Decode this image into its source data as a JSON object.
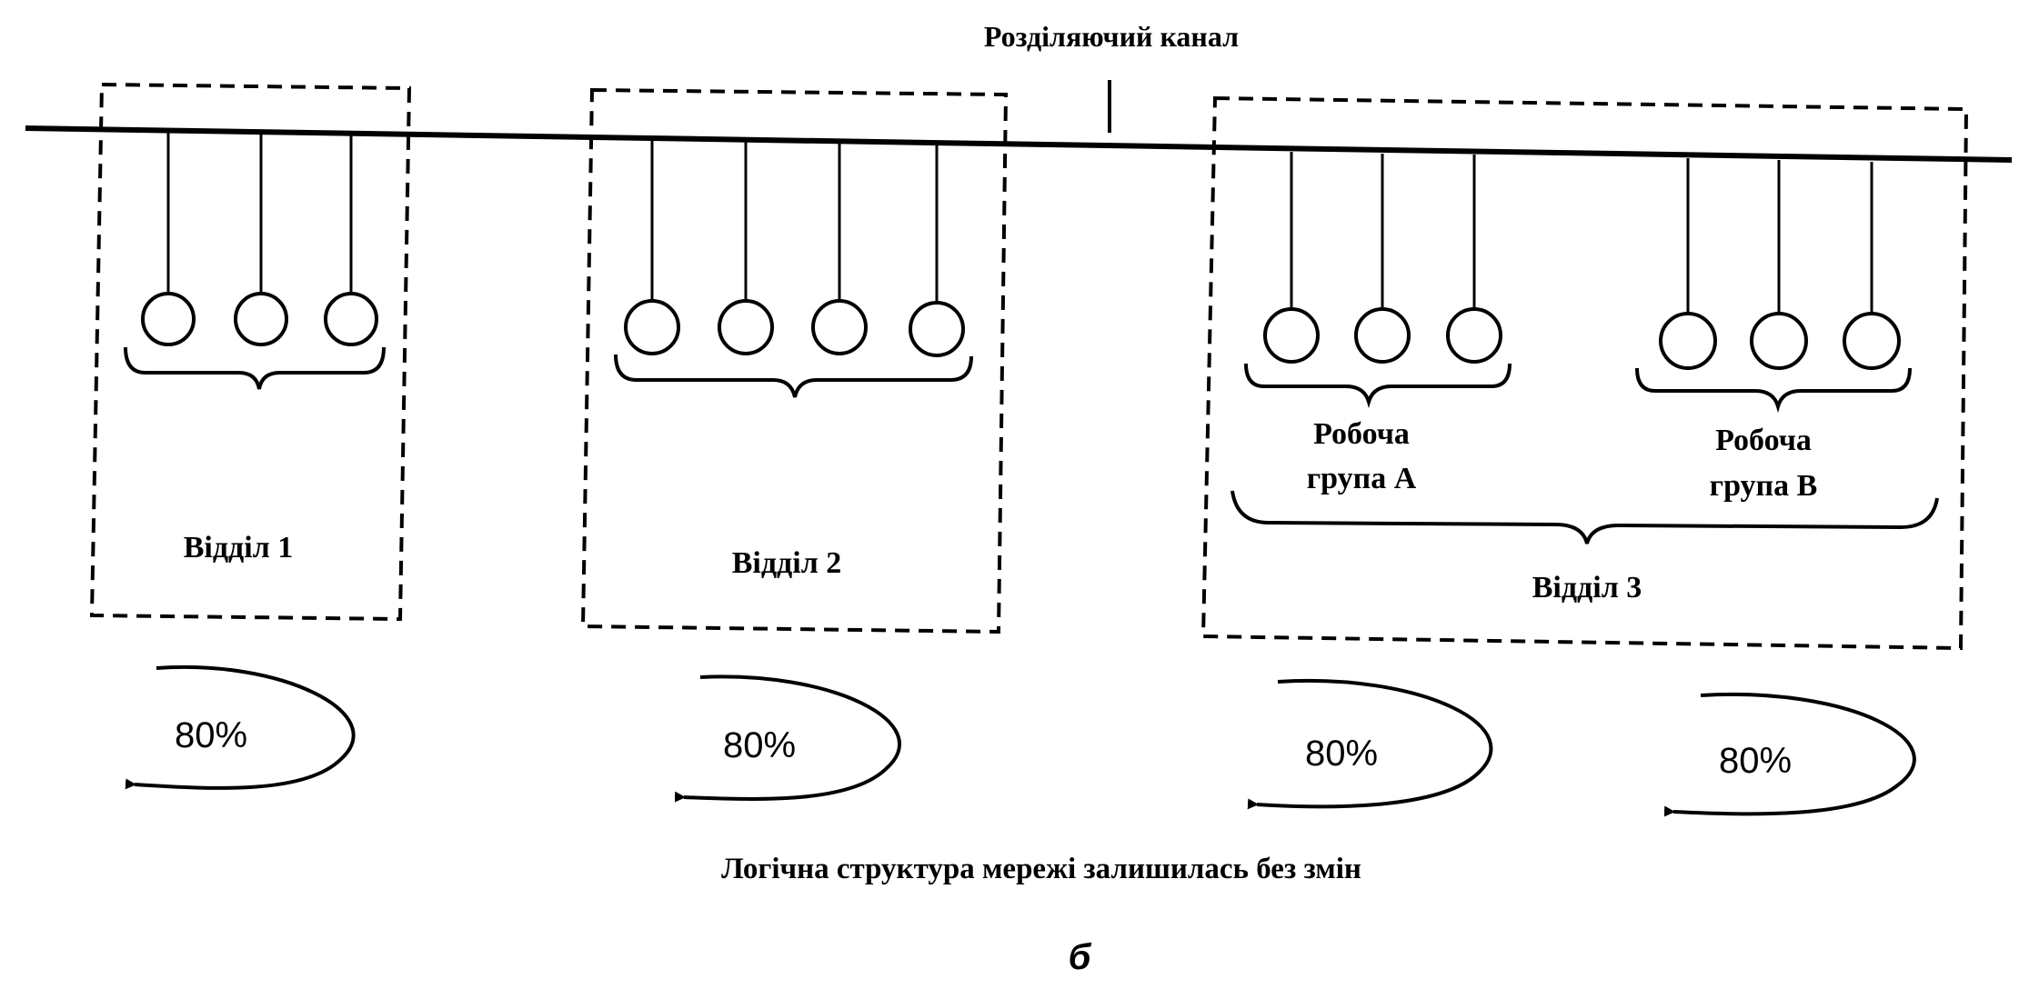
{
  "diagram": {
    "title": "Розділяючий канал",
    "departments": [
      {
        "label": "Відділ 1"
      },
      {
        "label": "Відділ 2"
      },
      {
        "label": "Відділ 3"
      }
    ],
    "work_groups": [
      {
        "line1": "Робоча",
        "line2": "група А"
      },
      {
        "line1": "Робоча",
        "line2": "група В"
      }
    ],
    "traffic_labels": [
      "80%",
      "80%",
      "80%",
      "80%"
    ],
    "caption": "Логічна структура мережі залишилась без змін",
    "figure_letter": "б"
  }
}
